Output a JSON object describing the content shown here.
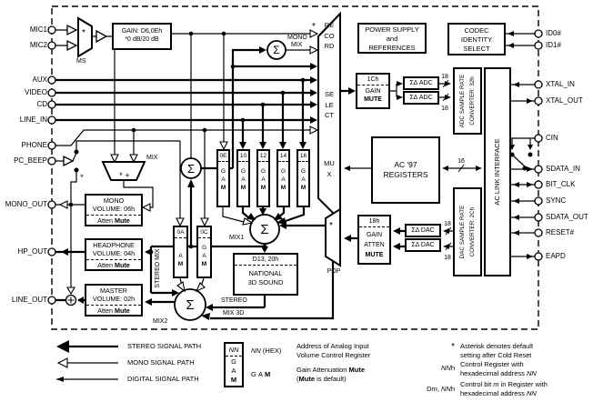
{
  "pins": {
    "left": [
      {
        "label": "MIC1"
      },
      {
        "label": "MIC2"
      },
      {
        "label": "AUX"
      },
      {
        "label": "VIDEO"
      },
      {
        "label": "CD"
      },
      {
        "label": "LINE_IN"
      },
      {
        "label": "PHONE"
      },
      {
        "label": "PC_BEEP"
      },
      {
        "label": "MONO_OUT"
      },
      {
        "label": "HP_OUT"
      },
      {
        "label": "LINE_OUT"
      }
    ],
    "right": [
      {
        "label": "ID0#"
      },
      {
        "label": "ID1#"
      },
      {
        "label": "XTAL_IN"
      },
      {
        "label": "XTAL_OUT"
      },
      {
        "label": "CIN"
      },
      {
        "label": "SDATA_IN"
      },
      {
        "label": "BIT_CLK"
      },
      {
        "label": "SYNC"
      },
      {
        "label": "SDATA_OUT"
      },
      {
        "label": "RESET#"
      },
      {
        "label": "EAPD"
      }
    ]
  },
  "blocks": {
    "mic_gain": {
      "l1": "GAIN: D6,0Eh",
      "l2": "*0 dB/20 dB"
    },
    "power": {
      "l1": "POWER SUPPLY",
      "l2": "and",
      "l3": "REFERENCES"
    },
    "codec_id": {
      "l1": "CODEC",
      "l2": "IDENTITY",
      "l3": "SELECT"
    },
    "record_mux": {
      "w1": "RECORD",
      "w2": "SELECT",
      "w3": "MUX"
    },
    "ch1": {
      "header": "1Ch",
      "l1": "GAIN",
      "l2": "MUTE"
    },
    "adc": "ΣΔ ADC",
    "dac": "ΣΔ DAC",
    "adc_src": {
      "l1": "ADC SAMPLE RATE",
      "l2": "CONVERTER: 32h"
    },
    "dac_src": {
      "l1": "DAC SAMPLE RATE",
      "l2": "CONVERTER: 2Ch"
    },
    "ac_link": "AC LINK INTERFACE",
    "ac97": {
      "l1": "AC '97",
      "l2": "REGISTERS"
    },
    "gain18": {
      "header": "18h",
      "l1": "GAIN",
      "l2": "ATTEN",
      "l3": "MUTE"
    },
    "sound3d": {
      "header": "D13, 20h",
      "l1": "NATIONAL",
      "l2": "3D SOUND"
    },
    "mono_vol": {
      "l1": "MONO",
      "l2": "VOLUME: 06h"
    },
    "hp_vol": {
      "l1": "HEADPHONE",
      "l2": "VOLUME: 04h"
    },
    "master_vol": {
      "l1": "MASTER",
      "l2": "VOLUME: 02h"
    },
    "atten": "Atten",
    "mute": "Mute",
    "gain_codes": [
      "0E",
      "10",
      "12",
      "14",
      "16"
    ],
    "code_0a": "0A",
    "code_0c": "0C",
    "g": "G",
    "a": "A",
    "m": "M"
  },
  "labels": {
    "ms": "MS",
    "mix": "MIX",
    "mix1": "MIX1",
    "mix2": "MIX2",
    "pop": "POP",
    "mono_mix_1": "MONO",
    "mono_mix_2": "MIX",
    "stereo_mix": "STEREO MIX",
    "stereo_3d_1": "STEREO",
    "stereo_3d_2": "MIX 3D",
    "sigma": "Σ",
    "plus": "+",
    "star": "*",
    "bus16": "16",
    "bus18": "18"
  },
  "legend": {
    "stereo": "STEREO SIGNAL PATH",
    "mono": "MONO SIGNAL PATH",
    "digital": "DIGITAL SIGNAL PATH",
    "nn": "NN",
    "hex_suffix": " (HEX)",
    "h_suffix": "h",
    "addr1": "Address of Analog Input",
    "addr2": "Volume Control Register",
    "gain_pre": "Gain  Attenuation  ",
    "mute_word": "Mute",
    "mute_pre": "(",
    "mute_post": " is default)",
    "star": "*",
    "star1": "Asterisk denotes default",
    "star2": "setting after Cold Reset",
    "ctrl1": "Control Register with",
    "hex_pre": "hexadecimal address ",
    "d": "D",
    "m_it": "m",
    "comma": ", ",
    "bit_pre": "Control bit ",
    "bit_post": " in Register with"
  }
}
